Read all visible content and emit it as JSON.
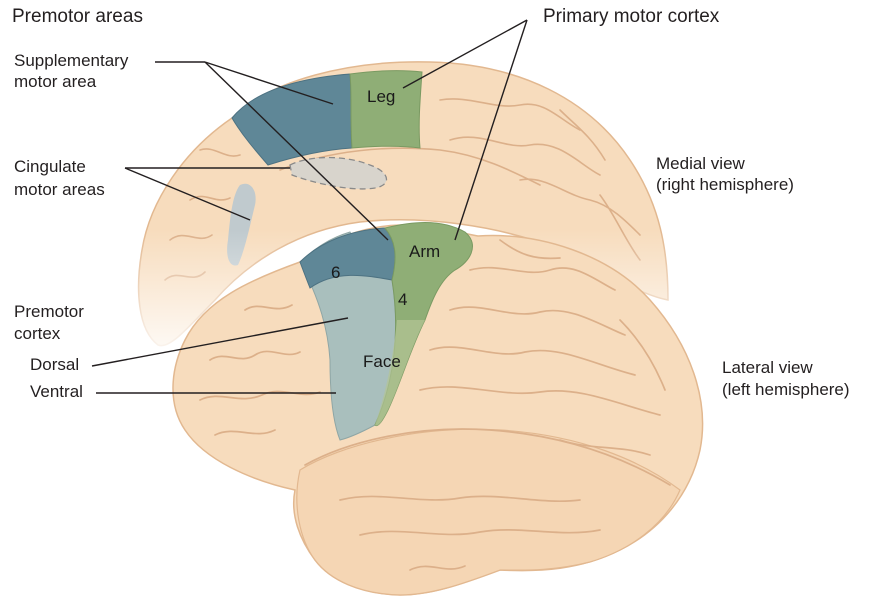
{
  "labels": {
    "premotor_areas": "Premotor areas",
    "primary_motor_cortex": "Primary motor cortex",
    "supplementary_line1": "Supplementary",
    "supplementary_line2": "motor area",
    "cingulate_line1": "Cingulate",
    "cingulate_line2": "motor areas",
    "medial_line1": "Medial view",
    "medial_line2": "(right hemisphere)",
    "premotor_cortex_line1": "Premotor",
    "premotor_cortex_line2": "cortex",
    "dorsal": "Dorsal",
    "ventral": "Ventral",
    "lateral_line1": "Lateral view",
    "lateral_line2": "(left hemisphere)"
  },
  "region_labels": {
    "leg": "Leg",
    "arm": "Arm",
    "area6": "6",
    "area4": "4",
    "face": "Face"
  },
  "colors": {
    "brain_fill": "#f7dcbd",
    "brain_stroke": "#e2b890",
    "sulcus": "#dcb08a",
    "premotor_dark": "#5f8797",
    "premotor_light": "#a9bfbd",
    "primary_motor": "#8fae76",
    "primary_motor_light": "#b4c596",
    "cingulate": "#b9c8cf",
    "leader_line": "#231f20"
  }
}
